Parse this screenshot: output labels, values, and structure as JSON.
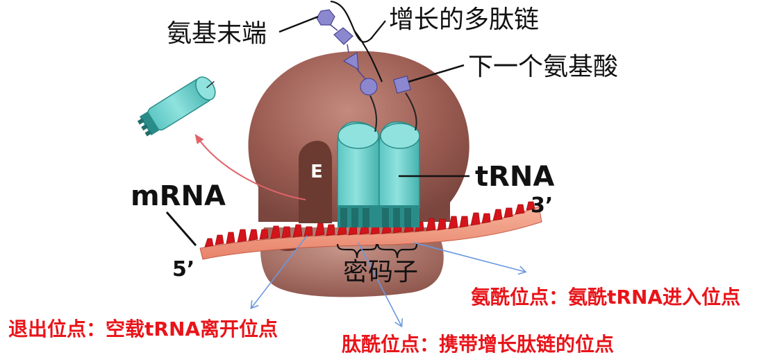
{
  "labels": {
    "amino_terminus": "氨基末端",
    "growing_polypeptide": "增长的多肽链",
    "next_amino_acid": "下一个氨基酸",
    "trna": "tRNA",
    "mrna": "mRNA",
    "three_prime": "3’",
    "five_prime": "5’",
    "e_site": "E",
    "codon": "密码子"
  },
  "annotations": {
    "a_site": "氨酰位点：氨酰tRNA进入位点",
    "e_site_desc": "退出位点：空载tRNA离开位点",
    "p_site": "肽酰位点：携带增长肽链的位点"
  },
  "colors": {
    "ribosome": "#9b5c52",
    "ribosome_dark": "#7a463e",
    "trna": "#6ad0cc",
    "trna_dark": "#2a8c89",
    "mrna": "#d4141a",
    "amino_acid": "#8c88d0",
    "annotation_red": "#e8141a",
    "pointer_blue": "#6a98e0"
  },
  "icons": {
    "exiting_trna": "exiting-trna-icon"
  }
}
